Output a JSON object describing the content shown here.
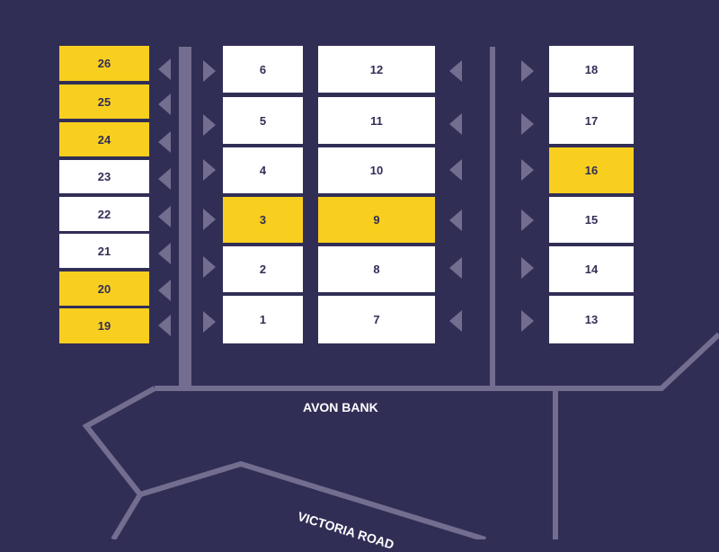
{
  "map": {
    "colors": {
      "background": "#312e56",
      "road": "#736d8f",
      "available": "#ffffff",
      "taken": "#f9cf1f",
      "text": "#312e56"
    },
    "roads": {
      "avon_bank": "AVON BANK",
      "victoria_road": "VICTORIA ROAD"
    },
    "plots": {
      "p26": {
        "number": "26",
        "status": "taken"
      },
      "p25": {
        "number": "25",
        "status": "taken"
      },
      "p24": {
        "number": "24",
        "status": "taken"
      },
      "p23": {
        "number": "23",
        "status": "available"
      },
      "p22": {
        "number": "22",
        "status": "available"
      },
      "p21": {
        "number": "21",
        "status": "available"
      },
      "p20": {
        "number": "20",
        "status": "taken"
      },
      "p19": {
        "number": "19",
        "status": "taken"
      },
      "p6": {
        "number": "6",
        "status": "available"
      },
      "p5": {
        "number": "5",
        "status": "available"
      },
      "p4": {
        "number": "4",
        "status": "available"
      },
      "p3": {
        "number": "3",
        "status": "taken"
      },
      "p2": {
        "number": "2",
        "status": "available"
      },
      "p1": {
        "number": "1",
        "status": "available"
      },
      "p12": {
        "number": "12",
        "status": "available"
      },
      "p11": {
        "number": "11",
        "status": "available"
      },
      "p10": {
        "number": "10",
        "status": "available"
      },
      "p9": {
        "number": "9",
        "status": "taken"
      },
      "p8": {
        "number": "8",
        "status": "available"
      },
      "p7": {
        "number": "7",
        "status": "available"
      },
      "p18": {
        "number": "18",
        "status": "available"
      },
      "p17": {
        "number": "17",
        "status": "available"
      },
      "p16": {
        "number": "16",
        "status": "taken"
      },
      "p15": {
        "number": "15",
        "status": "available"
      },
      "p14": {
        "number": "14",
        "status": "available"
      },
      "p13": {
        "number": "13",
        "status": "available"
      }
    }
  }
}
